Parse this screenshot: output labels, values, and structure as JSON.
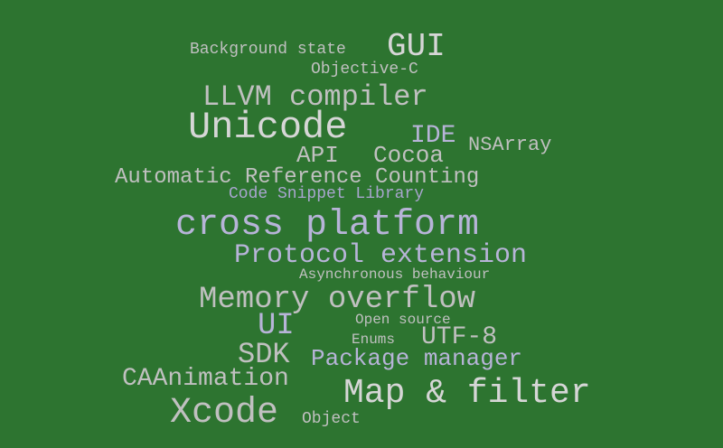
{
  "background_color": "#2d7430",
  "word_colors": {
    "light": "#d6d6d6",
    "mid": "#c0c0c0",
    "lavender": "#b7b4d8",
    "lavender_dark": "#a9a6cf"
  },
  "words": {
    "background_state": "Background state",
    "gui": "GUI",
    "objective_c": "Objective-C",
    "llvm_compiler": "LLVM compiler",
    "unicode": "Unicode",
    "ide": "IDE",
    "nsarray": "NSArray",
    "api": "API",
    "cocoa": "Cocoa",
    "arc": "Automatic Reference Counting",
    "code_snippet_library": "Code Snippet Library",
    "cross_platform": "cross platform",
    "protocol_extension": "Protocol extension",
    "asynchronous_behaviour": "Asynchronous behaviour",
    "memory_overflow": "Memory overflow",
    "ui": "UI",
    "open_source": "Open source",
    "enums": "Enums",
    "utf8": "UTF-8",
    "sdk": "SDK",
    "package_manager": "Package manager",
    "caanimation": "CAAnimation",
    "map_filter": "Map & filter",
    "xcode": "Xcode",
    "object": "Object"
  }
}
